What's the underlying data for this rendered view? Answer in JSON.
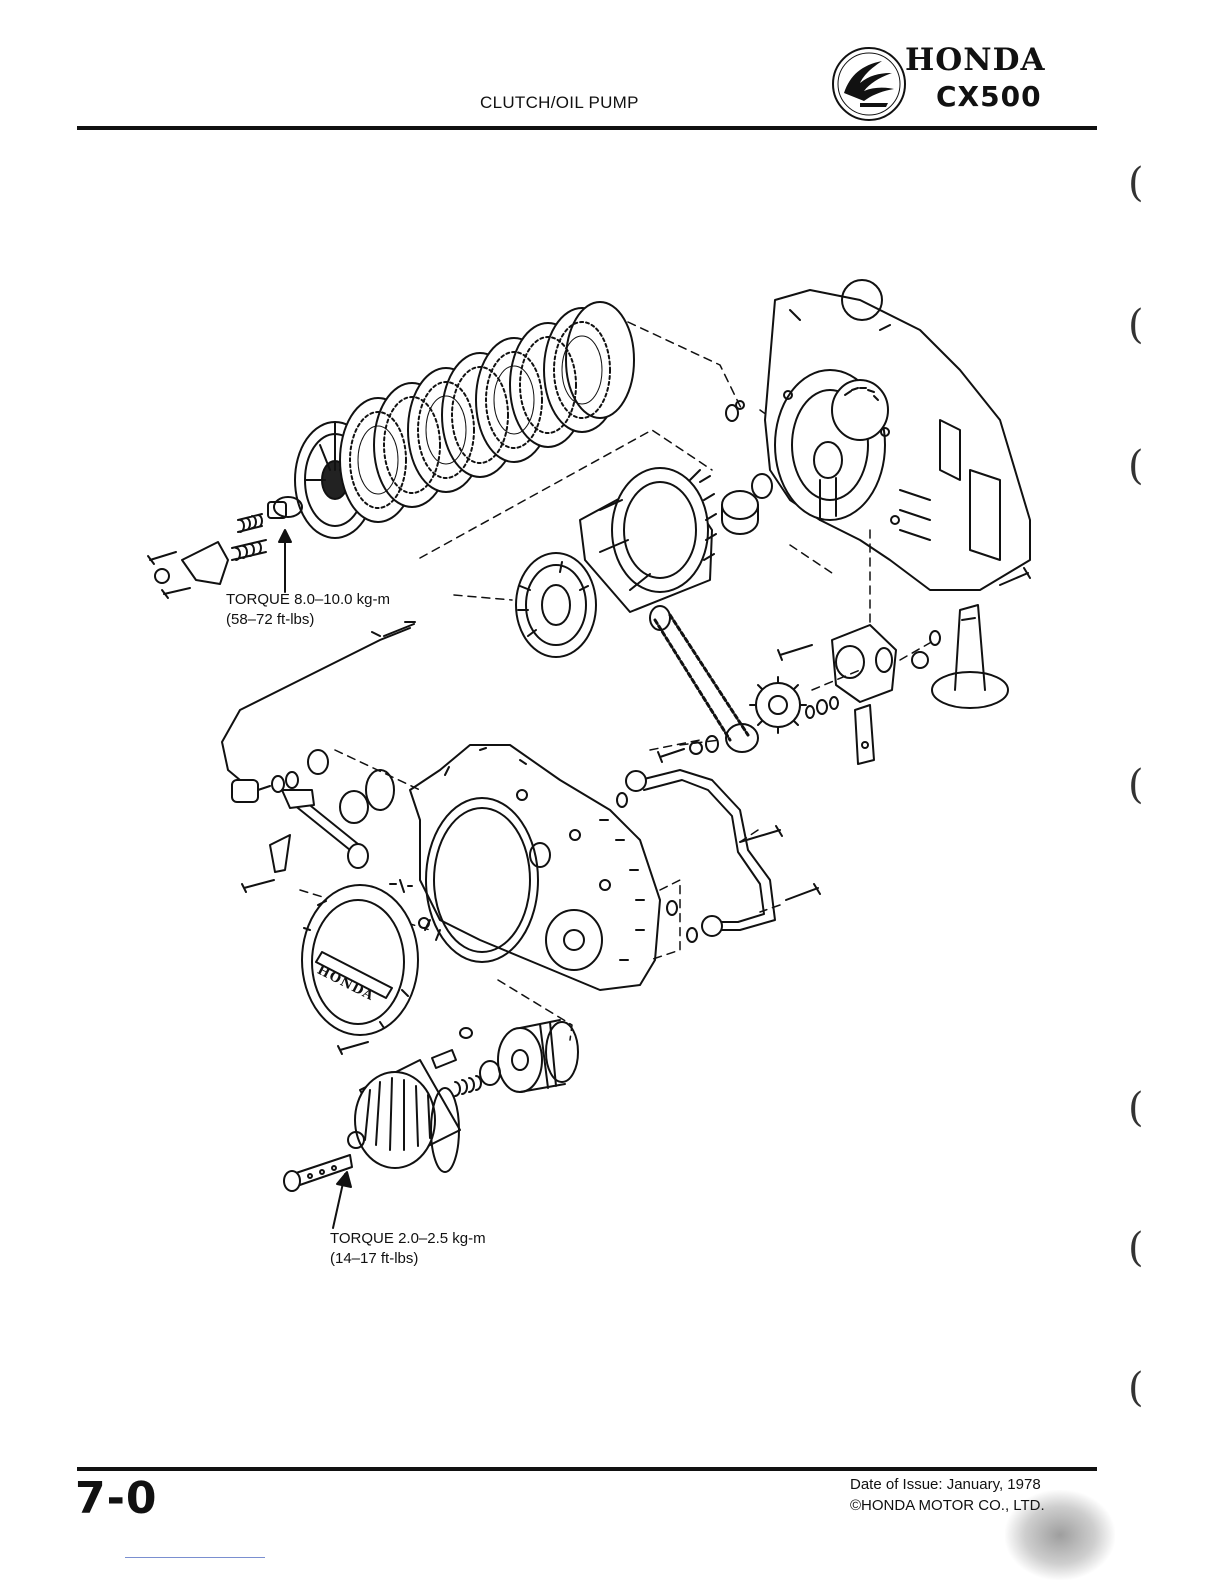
{
  "header": {
    "section_title": "CLUTCH/OIL PUMP",
    "brand": "HONDA",
    "model": "CX500",
    "logo_icon": "honda-wing-logo-icon"
  },
  "diagram": {
    "torque_callouts": [
      {
        "line1": "TORQUE 8.0–10.0 kg-m",
        "line2": "(58–72 ft-lbs)"
      },
      {
        "line1": "TORQUE 2.0–2.5 kg-m",
        "line2": "(14–17 ft-lbs)"
      }
    ],
    "cover_emblem": "HONDA"
  },
  "footer": {
    "page_number": "7-0",
    "issue_date": "Date of Issue: January, 1978",
    "copyright": "©HONDA MOTOR CO., LTD."
  },
  "colors": {
    "ink": "#111111",
    "paper": "#ffffff"
  }
}
